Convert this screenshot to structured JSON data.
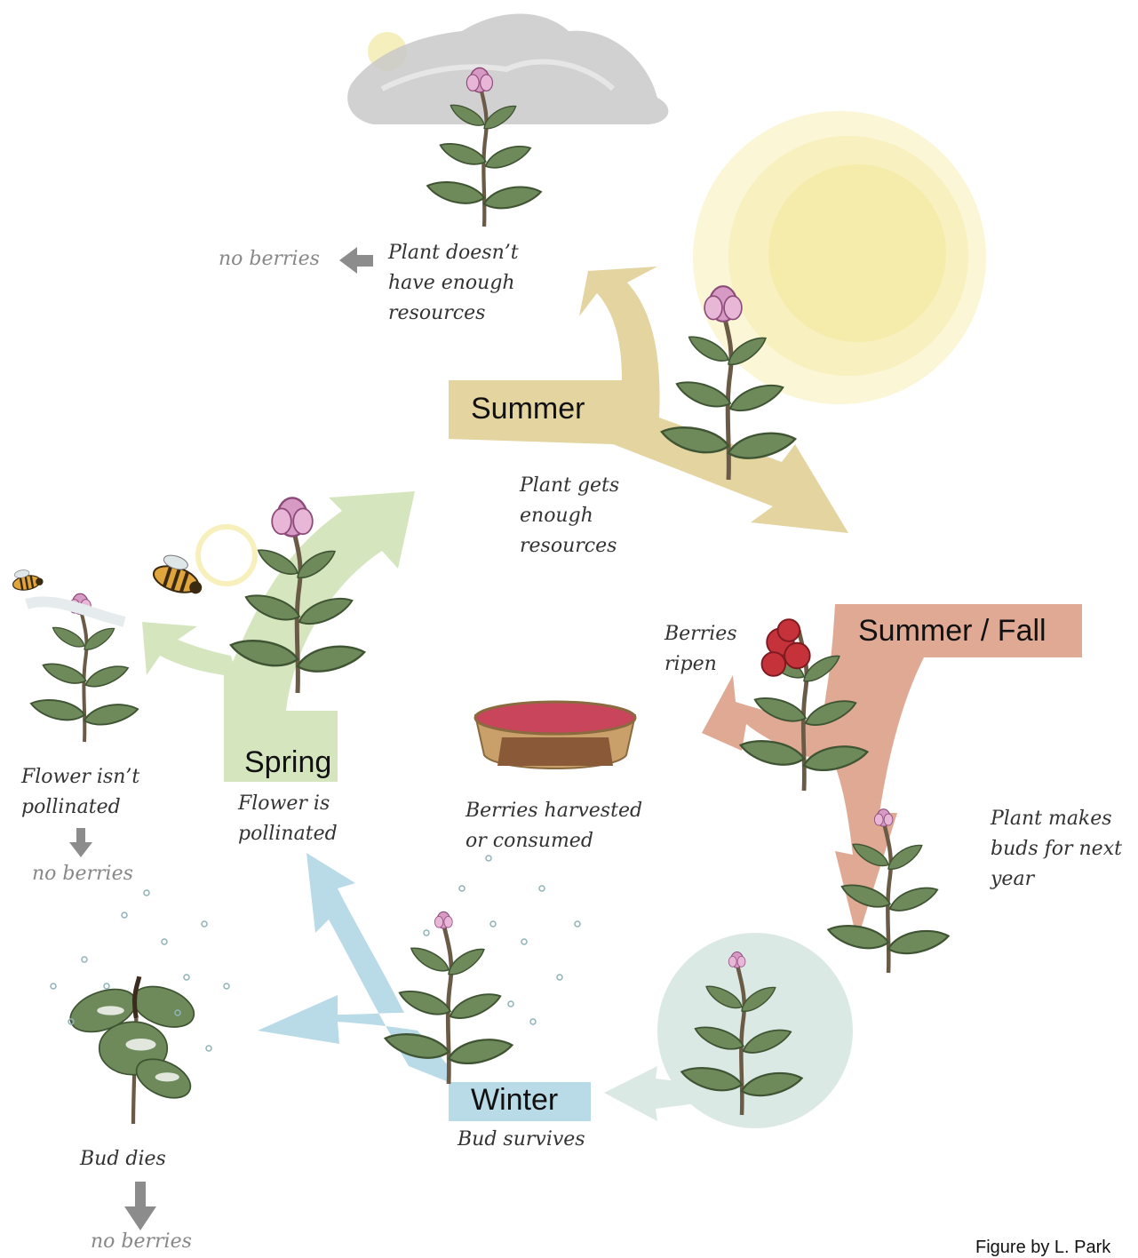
{
  "seasons": {
    "summer": "Summer",
    "summer_fall": "Summer / Fall",
    "spring": "Spring",
    "winter": "Winter"
  },
  "notes": {
    "not_enough_resources": [
      "Plant doesn’t",
      "have enough",
      "resources"
    ],
    "enough_resources": [
      "Plant gets",
      "enough",
      "resources"
    ],
    "berries_ripen": [
      "Berries",
      "ripen"
    ],
    "berries_harvested": [
      "Berries harvested",
      "or consumed"
    ],
    "makes_buds": [
      "Plant makes",
      "buds for next",
      "year"
    ],
    "flower_not_pollinated": [
      "Flower isn’t",
      "pollinated"
    ],
    "flower_pollinated": [
      "Flower is",
      "pollinated"
    ],
    "bud_survives": "Bud survives",
    "bud_dies": "Bud dies"
  },
  "outcomes": {
    "no_berries_top": "no berries",
    "no_berries_left": "no berries",
    "no_berries_bottom": "no berries"
  },
  "credit": "Figure by L. Park",
  "colors": {
    "summer": "#e3d4a0",
    "summer_fall": "#e0a994",
    "spring": "#d5e6bf",
    "winter": "#b9dbe8",
    "leaf": "#6e8a5a",
    "flower": "#d79ac4",
    "berry": "#c5323a"
  }
}
